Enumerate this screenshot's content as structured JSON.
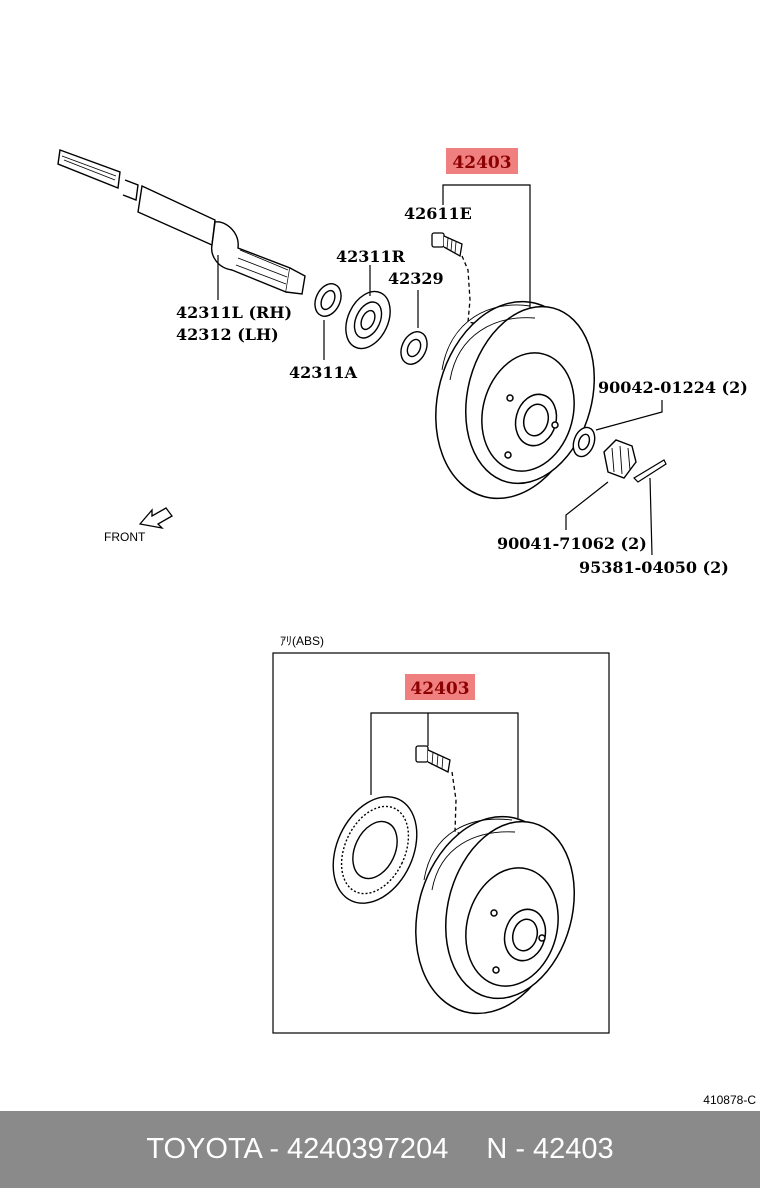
{
  "diagram": {
    "main_part": "42403",
    "parts": {
      "hub_bolt": "42611E",
      "bearing": "42311R",
      "seal_outer": "42329",
      "axle_rh": "42311L (RH)",
      "axle_lh": "42312 (LH)",
      "seal_inner": "42311A",
      "washer": "90042-01224 (2)",
      "nut": "90041-71062 (2)",
      "cotter_pin": "95381-04050 (2)"
    },
    "front_label": "FRONT",
    "inset_label": "ｱﾘ(ABS)",
    "inset_part": "42403",
    "drawing_code": "410878-C"
  },
  "footer": {
    "brand_part": "TOYOTA - 4240397204",
    "ref": "N - 42403"
  }
}
